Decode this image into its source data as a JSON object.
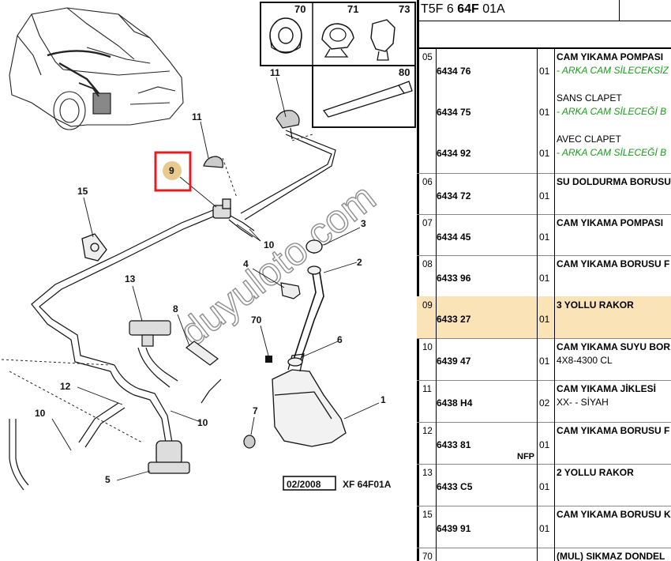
{
  "diagram": {
    "callouts": {
      "c70": "70",
      "c71": "71",
      "c73": "73",
      "c80": "80",
      "c11a": "11",
      "c11b": "11",
      "c9": "9",
      "c15": "15",
      "c3": "3",
      "c2": "2",
      "c4": "4",
      "c10a": "10",
      "c13": "13",
      "c8": "8",
      "c70b": "70",
      "c6": "6",
      "c12": "12",
      "c10b": "10",
      "c10c": "10",
      "c1": "1",
      "c7": "7",
      "c5": "5"
    },
    "stamp_date": "02/2008",
    "stamp_ref": "XF 64F01A",
    "watermark": "duyuloto.com",
    "highlight_color": "#e02020"
  },
  "parts_table": {
    "title_prefix": "T5F 6 ",
    "title_bold": "64F",
    "title_suffix": " 01A",
    "highlight_color": "#fbe3b8",
    "rows": [
      {
        "idx": "05",
        "refs": [
          "6434 76",
          "6434 75",
          "6434 92"
        ],
        "qtys": [
          "01",
          "01",
          "01"
        ],
        "lines": [
          {
            "text": "CAM YIKAMA POMPASI",
            "style": "t"
          },
          {
            "text": "- ARKA CAM SİLECEKSİZ",
            "style": "g"
          },
          {
            "text": "SANS CLAPET",
            "style": "n"
          },
          {
            "text": "- ARKA CAM SİLECEĞİ B",
            "style": "g"
          },
          {
            "text": "AVEC CLAPET",
            "style": "n"
          },
          {
            "text": "- ARKA CAM SİLECEĞİ B",
            "style": "g"
          }
        ]
      },
      {
        "idx": "06",
        "refs": [
          "6434 72"
        ],
        "qtys": [
          "01"
        ],
        "lines": [
          {
            "text": "SU DOLDURMA BORUSU",
            "style": "t"
          }
        ]
      },
      {
        "idx": "07",
        "refs": [
          "6434 45"
        ],
        "qtys": [
          "01"
        ],
        "lines": [
          {
            "text": "CAM YIKAMA POMPASI",
            "style": "t"
          }
        ]
      },
      {
        "idx": "08",
        "refs": [
          "6433 96"
        ],
        "qtys": [
          "01"
        ],
        "lines": [
          {
            "text": "CAM YIKAMA BORUSU F",
            "style": "t"
          }
        ]
      },
      {
        "idx": "09",
        "refs": [
          "6433 27"
        ],
        "qtys": [
          "01"
        ],
        "highlight": true,
        "lines": [
          {
            "text": "3 YOLLU RAKOR",
            "style": "t"
          }
        ]
      },
      {
        "idx": "10",
        "refs": [
          "6439 47"
        ],
        "qtys": [
          "01"
        ],
        "lines": [
          {
            "text": "CAM YIKAMA SUYU BOR",
            "style": "t"
          },
          {
            "text": "4X8-4300 CL",
            "style": "n"
          }
        ]
      },
      {
        "idx": "11",
        "refs": [
          "6438 H4"
        ],
        "qtys": [
          "02"
        ],
        "lines": [
          {
            "text": "CAM YIKAMA JİKLESİ",
            "style": "t"
          },
          {
            "text": "XX- - SİYAH",
            "style": "n"
          }
        ]
      },
      {
        "idx": "12",
        "refs": [
          "6433 81"
        ],
        "qtys": [
          "01"
        ],
        "nfp": "NFP",
        "lines": [
          {
            "text": "CAM YIKAMA BORUSU F",
            "style": "t"
          }
        ]
      },
      {
        "idx": "13",
        "refs": [
          "6433 C5"
        ],
        "qtys": [
          "01"
        ],
        "lines": [
          {
            "text": "2 YOLLU RAKOR",
            "style": "t"
          }
        ]
      },
      {
        "idx": "15",
        "refs": [
          "6439 91"
        ],
        "qtys": [
          "01"
        ],
        "lines": [
          {
            "text": "CAM YIKAMA BORUSU K",
            "style": "t"
          }
        ]
      },
      {
        "idx": "70",
        "refs": [
          ""
        ],
        "qtys": [
          ""
        ],
        "lines": [
          {
            "text": "(MUL) SIKMAZ DONDEL",
            "style": "t"
          }
        ]
      }
    ]
  }
}
